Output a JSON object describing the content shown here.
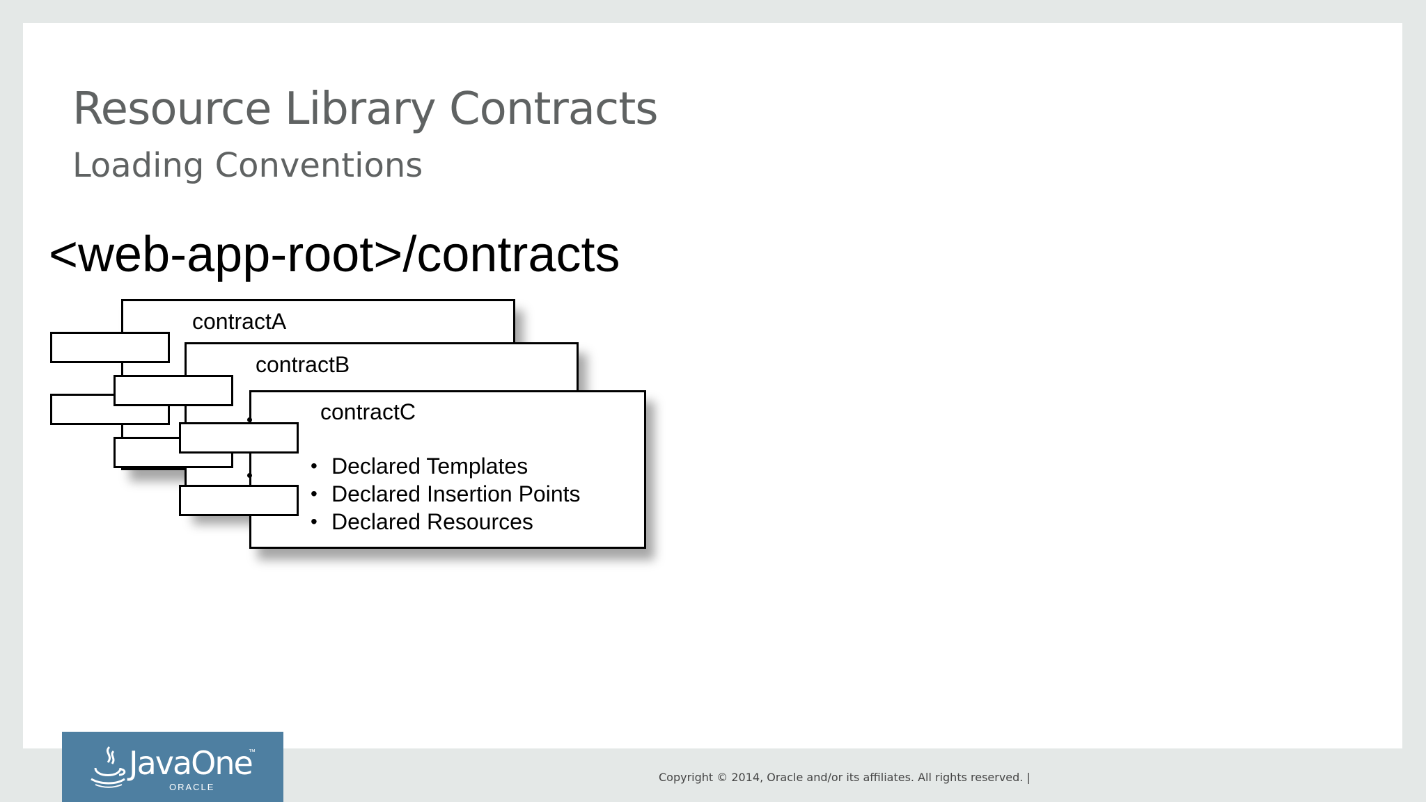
{
  "slide": {
    "title": "Resource Library Contracts",
    "subtitle": "Loading Conventions",
    "path": "<web-app-root>/contracts"
  },
  "diagram": {
    "contract_a": "contractA",
    "contract_b": "contractB",
    "contract_c": "contractC",
    "bullets": [
      "Declared Templates",
      "Declared Insertion Points",
      "Declared Resources"
    ]
  },
  "footer": {
    "logo_text": "JavaOne",
    "logo_tm": "™",
    "logo_company": "ORACLE",
    "copyright": "Copyright © 2014, Oracle and/or its affiliates. All rights reserved.  |"
  },
  "colors": {
    "title": "#5f6262",
    "logo_background": "#4e7fa1",
    "frame": "#e4e8e7"
  }
}
